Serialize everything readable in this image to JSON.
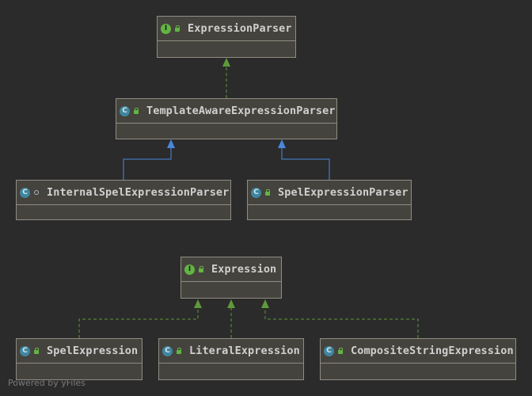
{
  "diagram": {
    "nodes": [
      {
        "id": "expression-parser",
        "kind": "I",
        "visibility": "public",
        "label": "ExpressionParser"
      },
      {
        "id": "template-aware-expression-parser",
        "kind": "C",
        "visibility": "public",
        "label": "TemplateAwareExpressionParser"
      },
      {
        "id": "internal-spel-expression-parser",
        "kind": "C",
        "visibility": "package",
        "label": "InternalSpelExpressionParser"
      },
      {
        "id": "spel-expression-parser",
        "kind": "C",
        "visibility": "public",
        "label": "SpelExpressionParser"
      },
      {
        "id": "expression",
        "kind": "I",
        "visibility": "public",
        "label": "Expression"
      },
      {
        "id": "spel-expression",
        "kind": "C",
        "visibility": "public",
        "label": "SpelExpression"
      },
      {
        "id": "literal-expression",
        "kind": "C",
        "visibility": "public",
        "label": "LiteralExpression"
      },
      {
        "id": "composite-string-expression",
        "kind": "C",
        "visibility": "public",
        "label": "CompositeStringExpression"
      }
    ],
    "edges": [
      {
        "from": "template-aware-expression-parser",
        "to": "expression-parser",
        "type": "implements"
      },
      {
        "from": "internal-spel-expression-parser",
        "to": "template-aware-expression-parser",
        "type": "extends"
      },
      {
        "from": "spel-expression-parser",
        "to": "template-aware-expression-parser",
        "type": "extends"
      },
      {
        "from": "spel-expression",
        "to": "expression",
        "type": "implements"
      },
      {
        "from": "literal-expression",
        "to": "expression",
        "type": "implements"
      },
      {
        "from": "composite-string-expression",
        "to": "expression",
        "type": "implements"
      }
    ],
    "colors": {
      "implements": "#5f9a3a",
      "extends": "#4a88dd"
    }
  },
  "footer": {
    "text": "Powered by yFiles"
  }
}
